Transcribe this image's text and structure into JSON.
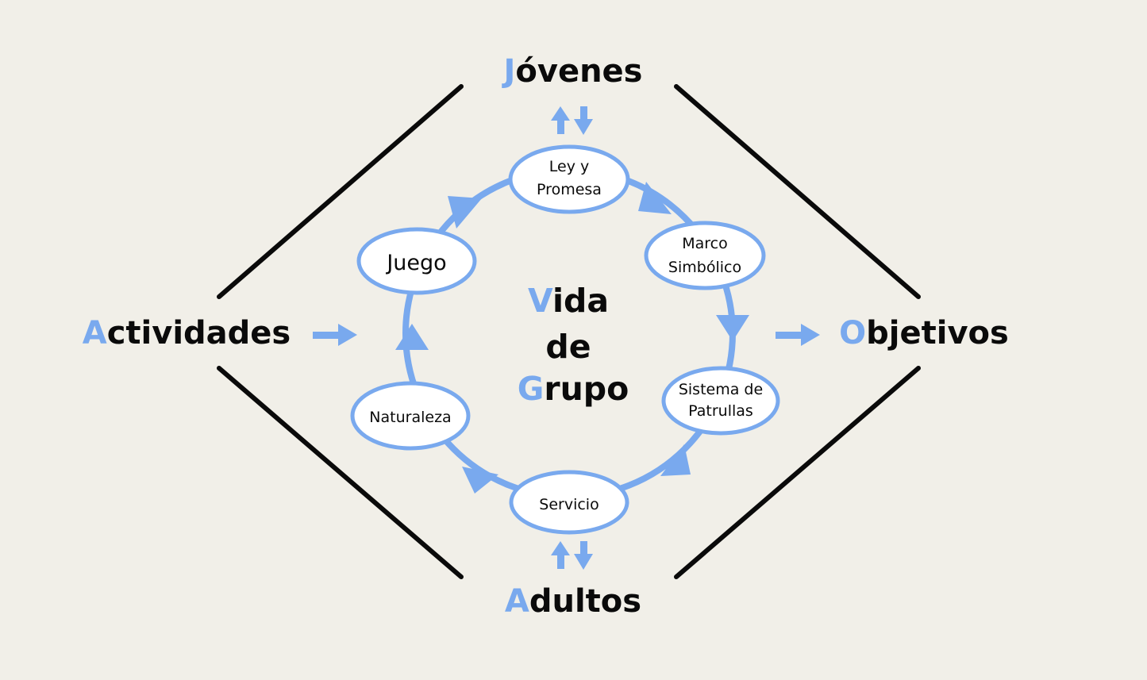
{
  "colors": {
    "background": "#f1efe8",
    "accent": "#79a9ee",
    "text": "#0a0a0a",
    "frame": "#0a0a0a"
  },
  "corners": {
    "top": {
      "initial": "J",
      "rest": "óvenes"
    },
    "bottom": {
      "initial": "A",
      "rest": "dultos"
    },
    "left": {
      "initial": "A",
      "rest": "ctividades"
    },
    "right": {
      "initial": "O",
      "rest": "bjetivos"
    }
  },
  "center": {
    "line1": {
      "initial": "V",
      "rest": "ida"
    },
    "line2": {
      "initial": "",
      "rest": "de"
    },
    "line3": {
      "initial": "G",
      "rest": "rupo"
    }
  },
  "cycle_nodes": [
    {
      "id": "ley-y-promesa",
      "lines": [
        "Ley y",
        "Promesa"
      ]
    },
    {
      "id": "marco-simbolico",
      "lines": [
        "Marco",
        "Simbólico"
      ]
    },
    {
      "id": "sistema-de-patrullas",
      "lines": [
        "Sistema de",
        "Patrullas"
      ]
    },
    {
      "id": "servicio",
      "lines": [
        "Servicio"
      ]
    },
    {
      "id": "naturaleza",
      "lines": [
        "Naturaleza"
      ]
    },
    {
      "id": "juego",
      "lines": [
        "Juego"
      ]
    }
  ]
}
